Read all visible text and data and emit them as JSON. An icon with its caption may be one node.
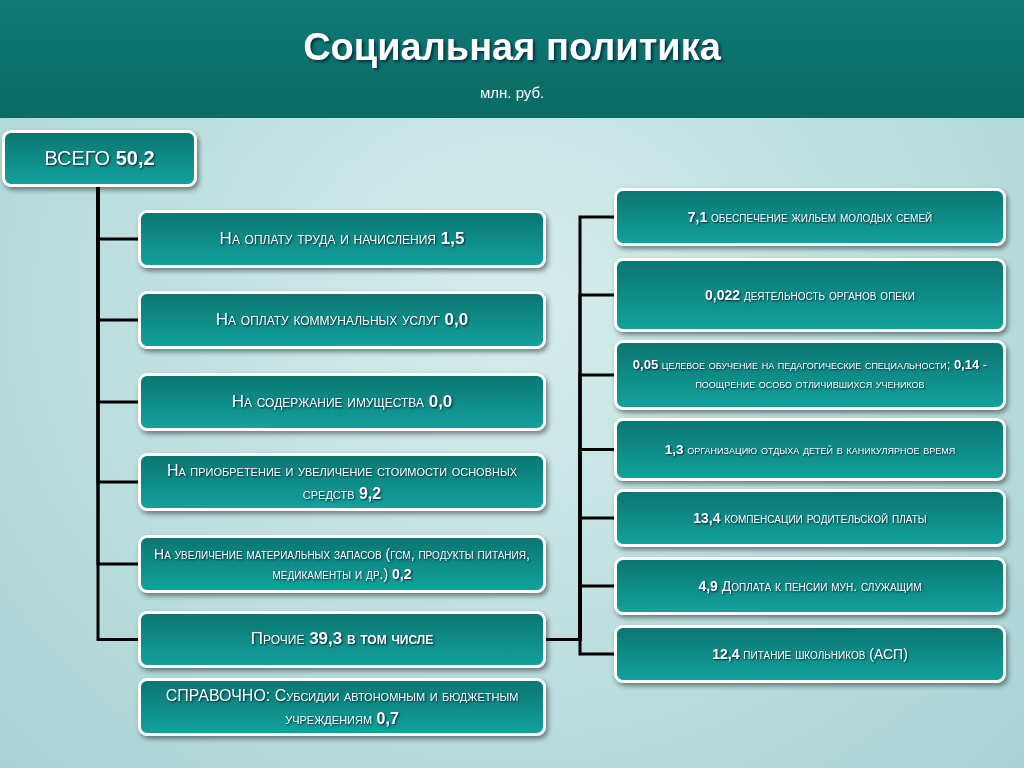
{
  "diagram": {
    "title": "Социальная политика",
    "nodes": [
      {
        "text": [
          "ВСЕГО **50,2**"
        ]
      },
      {
        "text": [
          "На оплату труда и начисления **1,5**"
        ]
      },
      {
        "text": [
          "На оплату коммунальных услуг **0,0**"
        ]
      },
      {
        "text": [
          "На содержание имущества **0,0**"
        ]
      },
      {
        "text": [
          "На приобретение и увеличение стоимости основных средств **9,2**"
        ]
      },
      {
        "text": [
          "На увеличение материальных запасов (гсм, продукты питания, медикаменты и др.) **0,2**"
        ]
      },
      {
        "text": [
          "Прочие **39,3 в том числе**"
        ]
      },
      {
        "text": [
          "СПРАВОЧНО: Субсидии автономным и бюджетным учреждениям **0,7**"
        ]
      },
      {
        "text": [
          "**7,1** обеспечение жильем молодых семей"
        ]
      },
      {
        "text": [
          "**0,022** деятельность органов опеки"
        ]
      },
      {
        "text": [
          "**0,05** целевое обучение на педагогические специальности; **0,14** - поощрение особо отличившихся учеников"
        ]
      },
      {
        "text": [
          "**1,3** организацию отдыха детей в каникулярное время"
        ]
      },
      {
        "text": [
          "**13,4** компенсации родительской платы"
        ]
      },
      {
        "text": [
          "**4,9** Доплата к пенсии мун. служащим"
        ]
      },
      {
        "text": [
          "**12,4** питание школьников (АСП)"
        ]
      }
    ],
    "edges": [
      {
        "from": 0,
        "to": 1,
        "arrow": "none"
      },
      {
        "from": 0,
        "to": 2,
        "arrow": "none"
      },
      {
        "from": 0,
        "to": 3,
        "arrow": "none"
      },
      {
        "from": 0,
        "to": 4,
        "arrow": "none"
      },
      {
        "from": 0,
        "to": 5,
        "arrow": "none"
      },
      {
        "from": 0,
        "to": 6,
        "arrow": "none"
      },
      {
        "from": 6,
        "to": 8,
        "arrow": "none"
      },
      {
        "from": 6,
        "to": 9,
        "arrow": "none"
      },
      {
        "from": 6,
        "to": 10,
        "arrow": "none"
      },
      {
        "from": 6,
        "to": 11,
        "arrow": "none"
      },
      {
        "from": 6,
        "to": 12,
        "arrow": "none"
      },
      {
        "from": 6,
        "to": 13,
        "arrow": "none"
      },
      {
        "from": 6,
        "to": 14,
        "arrow": "none"
      }
    ],
    "labels": [
      "млн. руб."
    ]
  }
}
